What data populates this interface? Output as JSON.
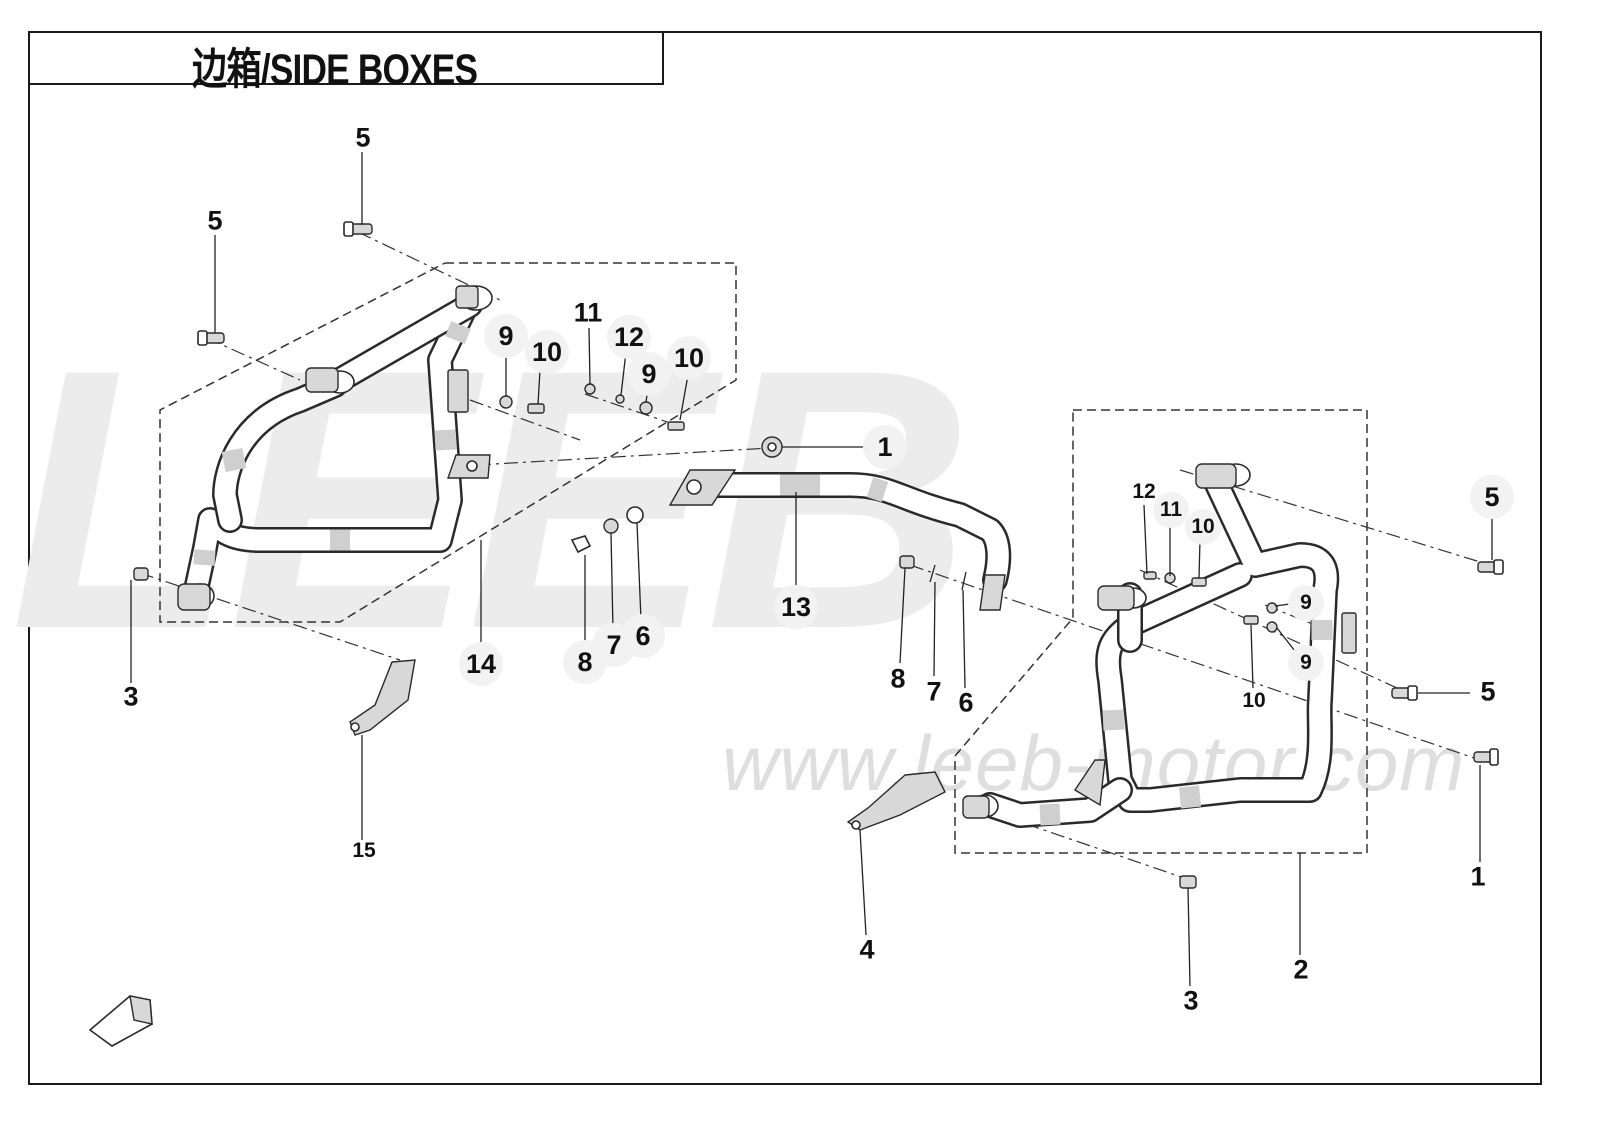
{
  "title": "边箱/SIDE BOXES",
  "watermark": {
    "letters": "LEEB",
    "url": "www.leeb-motor.com"
  },
  "fwd_icon": {
    "label": "FWD"
  },
  "callouts": [
    {
      "id": "c5a",
      "label": "5"
    },
    {
      "id": "c5b",
      "label": "5"
    },
    {
      "id": "c11a",
      "label": "11"
    },
    {
      "id": "c9a",
      "label": "9"
    },
    {
      "id": "c10a",
      "label": "10"
    },
    {
      "id": "c12a",
      "label": "12"
    },
    {
      "id": "c9b",
      "label": "9"
    },
    {
      "id": "c10b",
      "label": "10"
    },
    {
      "id": "c1a",
      "label": "1"
    },
    {
      "id": "c8a",
      "label": "8"
    },
    {
      "id": "c7a",
      "label": "7"
    },
    {
      "id": "c6a",
      "label": "6"
    },
    {
      "id": "c13",
      "label": "13"
    },
    {
      "id": "c14",
      "label": "14"
    },
    {
      "id": "c3a",
      "label": "3"
    },
    {
      "id": "c15",
      "label": "15"
    },
    {
      "id": "c12b",
      "label": "12"
    },
    {
      "id": "c11b",
      "label": "11"
    },
    {
      "id": "c10c",
      "label": "10"
    },
    {
      "id": "c5c",
      "label": "5"
    },
    {
      "id": "c9c",
      "label": "9"
    },
    {
      "id": "c9d",
      "label": "9"
    },
    {
      "id": "c10d",
      "label": "10"
    },
    {
      "id": "c5d",
      "label": "5"
    },
    {
      "id": "c8b",
      "label": "8"
    },
    {
      "id": "c7b",
      "label": "7"
    },
    {
      "id": "c6b",
      "label": "6"
    },
    {
      "id": "c1b",
      "label": "1"
    },
    {
      "id": "c4",
      "label": "4"
    },
    {
      "id": "c3b",
      "label": "3"
    },
    {
      "id": "c2",
      "label": "2"
    }
  ]
}
